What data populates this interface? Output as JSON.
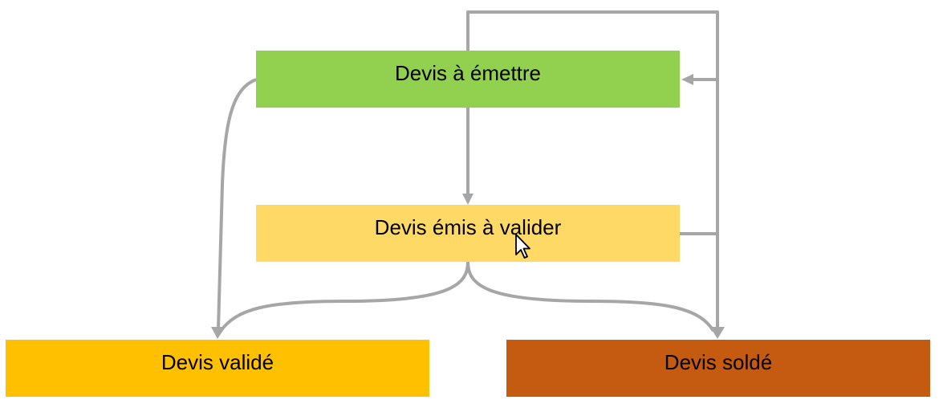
{
  "diagram": {
    "nodes": [
      {
        "id": "a_emettre",
        "label": "Devis à émettre",
        "color": "#92d050"
      },
      {
        "id": "emis_a_valider",
        "label": "Devis émis à valider",
        "color": "#ffd966"
      },
      {
        "id": "valide",
        "label": "Devis validé",
        "color": "#ffc000"
      },
      {
        "id": "solde",
        "label": "Devis soldé",
        "color": "#c55a11"
      }
    ],
    "edges": [
      {
        "from": "a_emettre",
        "to": "emis_a_valider"
      },
      {
        "from": "a_emettre",
        "to": "valide"
      },
      {
        "from": "emis_a_valider",
        "to": "valide"
      },
      {
        "from": "emis_a_valider",
        "to": "solde"
      },
      {
        "from": "emis_a_valider",
        "to": "a_emettre"
      },
      {
        "from": "a_emettre",
        "to": "solde"
      }
    ],
    "connector_color": "#a6a6a6"
  },
  "cursor": {
    "icon": "mouse-pointer-icon"
  }
}
